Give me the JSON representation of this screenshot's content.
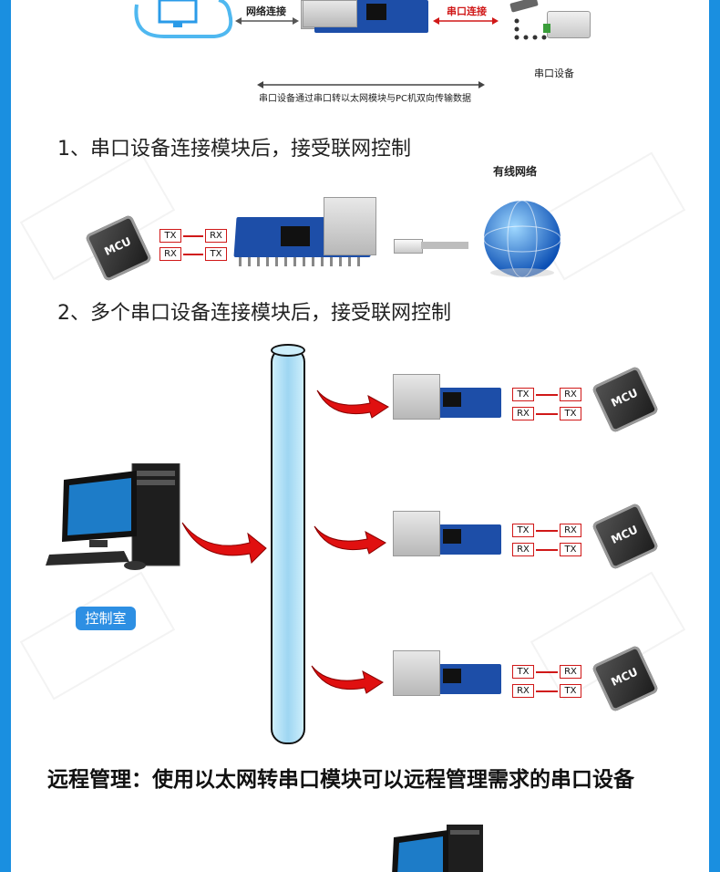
{
  "top_diagram": {
    "net_link_label": "网络连接",
    "serial_link_label": "串口连接",
    "serial_device_label": "串口设备",
    "caption": "串口设备通过串口转以太网模块与PC机双向传输数据"
  },
  "section1": {
    "title": "1、串口设备连接模块后，接受联网控制",
    "wired_network_label": "有线网络",
    "signals": [
      {
        "left": "TX",
        "right": "RX"
      },
      {
        "left": "RX",
        "right": "TX"
      }
    ],
    "mcu_label": "MCU"
  },
  "section2": {
    "title": "2、多个串口设备连接模块后，接受联网控制",
    "control_room_label": "控制室",
    "rows": [
      {
        "signals": [
          {
            "left": "TX",
            "right": "RX"
          },
          {
            "left": "RX",
            "right": "TX"
          }
        ],
        "mcu_label": "MCU"
      },
      {
        "signals": [
          {
            "left": "TX",
            "right": "RX"
          },
          {
            "left": "RX",
            "right": "TX"
          }
        ],
        "mcu_label": "MCU"
      },
      {
        "signals": [
          {
            "left": "TX",
            "right": "RX"
          },
          {
            "left": "RX",
            "right": "TX"
          }
        ],
        "mcu_label": "MCU"
      }
    ]
  },
  "section3": {
    "title": "远程管理：使用以太网转串口模块可以远程管理需求的串口设备"
  },
  "colors": {
    "frame": "#1a8fe0",
    "signal_red": "#d01818",
    "pipe_blue": "#a8dcf4",
    "badge_blue": "#2d8fe3"
  }
}
